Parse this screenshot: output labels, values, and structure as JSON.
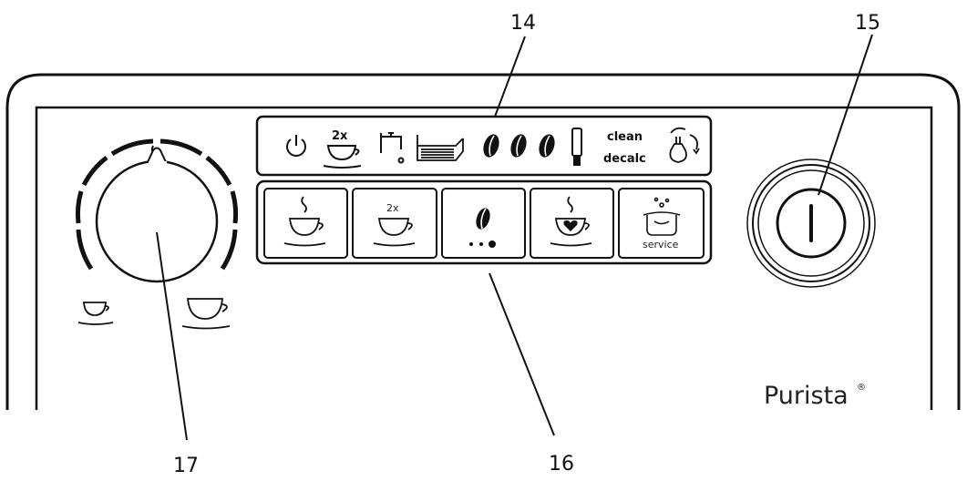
{
  "callouts": {
    "c14": "14",
    "c15": "15",
    "c16": "16",
    "c17": "17"
  },
  "indicator_panel": {
    "icons": [
      "power-standby-icon",
      "double-cup-icon",
      "steam-tap-icon",
      "drip-tray-icon",
      "bean-strength-icon",
      "water-filter-icon",
      "rinse-icon"
    ],
    "double_cup_label": "2x",
    "clean_label": "clean",
    "decalc_label": "decalc"
  },
  "buttons": [
    {
      "name": "single-coffee-button",
      "icon": "steaming-cup-icon"
    },
    {
      "name": "double-coffee-button",
      "icon": "double-cup-icon",
      "label": "2x"
    },
    {
      "name": "aroma-strength-button",
      "icon": "bean-icon"
    },
    {
      "name": "favourite-coffee-button",
      "icon": "heart-cup-icon"
    },
    {
      "name": "service-button",
      "icon": "service-icon",
      "label": "service"
    }
  ],
  "brand": {
    "name": "Purista",
    "reg": "®"
  },
  "dial": {
    "icons": [
      "small-cup-icon",
      "large-cup-icon"
    ]
  },
  "colors": {
    "ink": "#111111",
    "panel_fill": "#ffffff"
  }
}
